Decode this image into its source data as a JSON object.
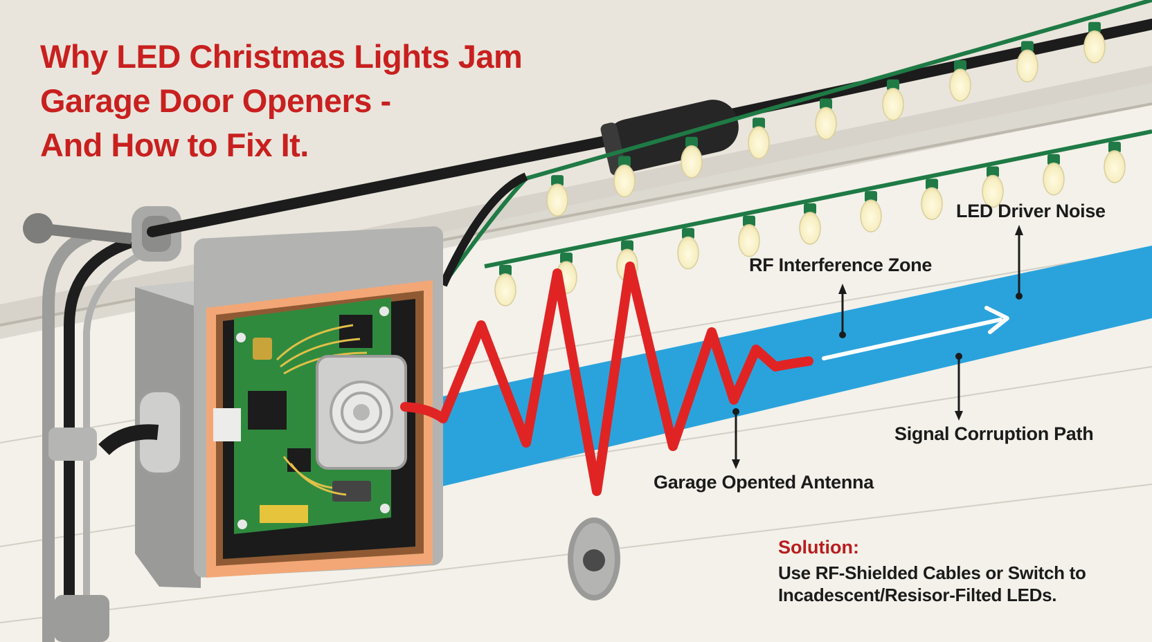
{
  "title": {
    "line1": "Why LED Christmas Lights Jam",
    "line2": "Garage Door Openers -",
    "line3": "And How to Fix It."
  },
  "labels": {
    "led_driver_noise": "LED Driver Noise",
    "rf_interference_zone": "RF Interference Zone",
    "signal_corruption_path": "Signal Corruption Path",
    "garage_opener_antenna": "Garage Opented Antenna"
  },
  "solution": {
    "heading": "Solution:",
    "line1": "Use RF-Shielded Cables or Switch to",
    "line2": "Incadescent/Resisor-Filted LEDs."
  },
  "colors": {
    "title_red": "#c8201f",
    "signal_band": "#2aa3dc",
    "interference_wave": "#e02424",
    "light_wire": "#1f7a45",
    "pcb_green": "#2f8a3e",
    "background": "#e9e5dc"
  }
}
